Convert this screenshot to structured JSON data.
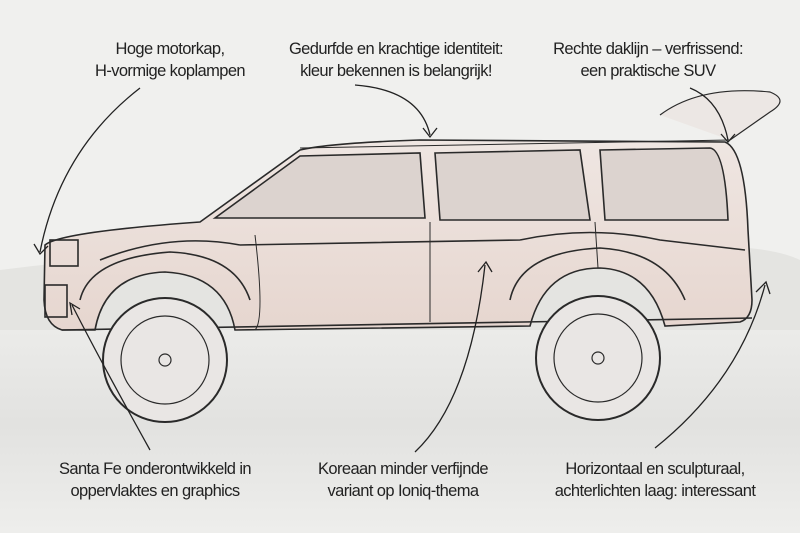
{
  "annotations": {
    "top_left": {
      "line1": "Hoge motorkap,",
      "line2": "H-vormige koplampen"
    },
    "top_center": {
      "line1": "Gedurfde en krachtige identiteit:",
      "line2": "kleur bekennen is belangrijk!"
    },
    "top_right": {
      "line1": "Rechte daklijn – verfrissend:",
      "line2": "een praktische SUV"
    },
    "bottom_left": {
      "line1": "Santa Fe onderontwikkeld in",
      "line2": "oppervlaktes en graphics"
    },
    "bottom_center": {
      "line1": "Koreaan minder verfijnde",
      "line2": "variant op Ioniq-thema"
    },
    "bottom_right": {
      "line1": "Horizontaal en sculpturaal,",
      "line2": "achterlichten laag: interessant"
    }
  },
  "colors": {
    "body": "#e8d9d3",
    "line": "#2a2a2a",
    "sky": "#efefed",
    "ground": "#d9d9d7"
  }
}
